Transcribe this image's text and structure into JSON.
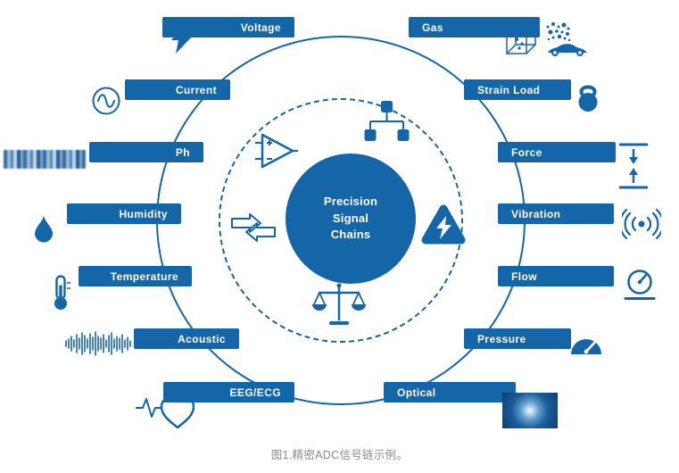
{
  "colors": {
    "primary": "#1565A9",
    "caption_gray": "#8A8A8A"
  },
  "center": {
    "line1": "Precision",
    "line2": "Signal",
    "line3": "Chains"
  },
  "left_items": [
    {
      "label": "Voltage",
      "icon": "lightning-bolt-icon"
    },
    {
      "label": "Current",
      "icon": "sine-wave-icon"
    },
    {
      "label": "Ph",
      "icon": "ph-test-strip-icon"
    },
    {
      "label": "Humidity",
      "icon": "water-droplet-icon"
    },
    {
      "label": "Temperature",
      "icon": "thermometer-icon"
    },
    {
      "label": "Acoustic",
      "icon": "sound-waveform-icon"
    },
    {
      "label": "EEG/ECG",
      "icon": "heart-ecg-icon"
    }
  ],
  "right_items": [
    {
      "label": "Gas",
      "icon": "gas-cube-particles-car-icon"
    },
    {
      "label": "Strain Load",
      "icon": "kettlebell-weight-icon"
    },
    {
      "label": "Force",
      "icon": "compression-arrows-icon"
    },
    {
      "label": "Vibration",
      "icon": "ripple-waves-icon"
    },
    {
      "label": "Flow",
      "icon": "flow-meter-icon"
    },
    {
      "label": "Pressure",
      "icon": "pressure-gauge-icon"
    },
    {
      "label": "Optical",
      "icon": "light-burst-icon"
    }
  ],
  "center_icons": [
    "op-amp-icon",
    "signal-chain-network-icon",
    "power-bolt-triangle-icon",
    "transfer-arrows-icon",
    "balance-scales-icon"
  ],
  "caption": "图1.精密ADC信号链示例。"
}
